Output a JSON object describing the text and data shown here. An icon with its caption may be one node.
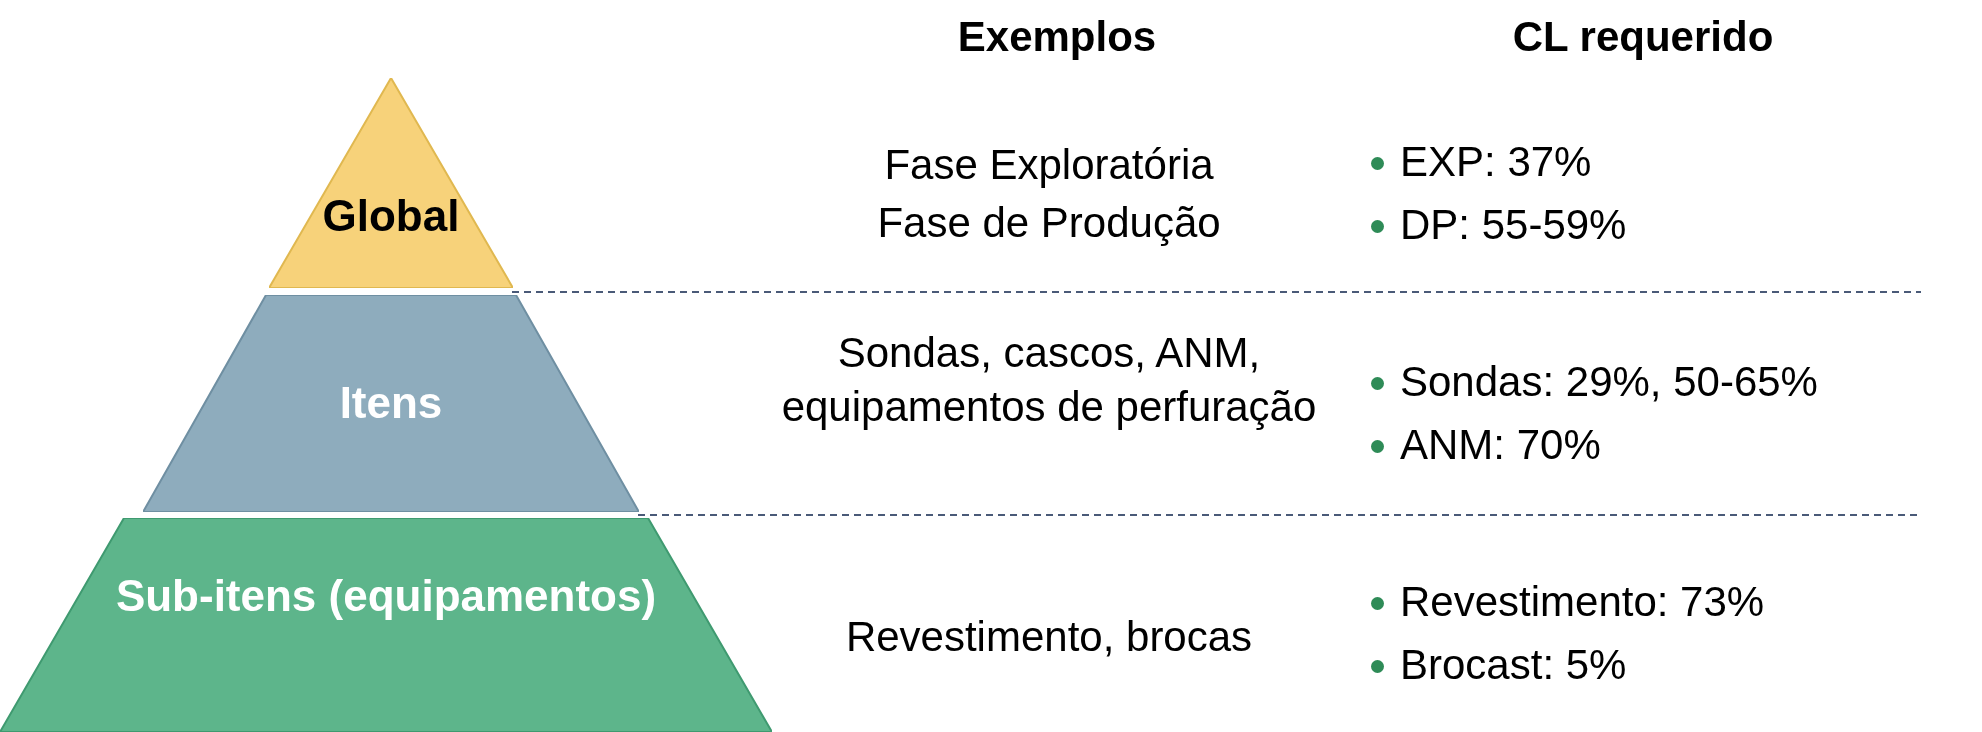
{
  "diagram": {
    "nodes": [
      {
        "text": [
          "Global"
        ]
      },
      {
        "text": [
          "Itens"
        ]
      },
      {
        "text": [
          "Sub-itens (equipamentos)"
        ]
      }
    ],
    "labels": [
      "Exemplos",
      "CL requerido",
      "Fase Exploratória",
      "Fase de Produção",
      "EXP: 37%",
      "DP: 55-59%",
      "Sondas, cascos, ANM, equipamentos de perfuração",
      "Sondas: 29%, 50-65%",
      "ANM: 70%",
      "Revestimento, brocas",
      "Revestimento: 73%",
      "Brocast: 5%"
    ]
  }
}
